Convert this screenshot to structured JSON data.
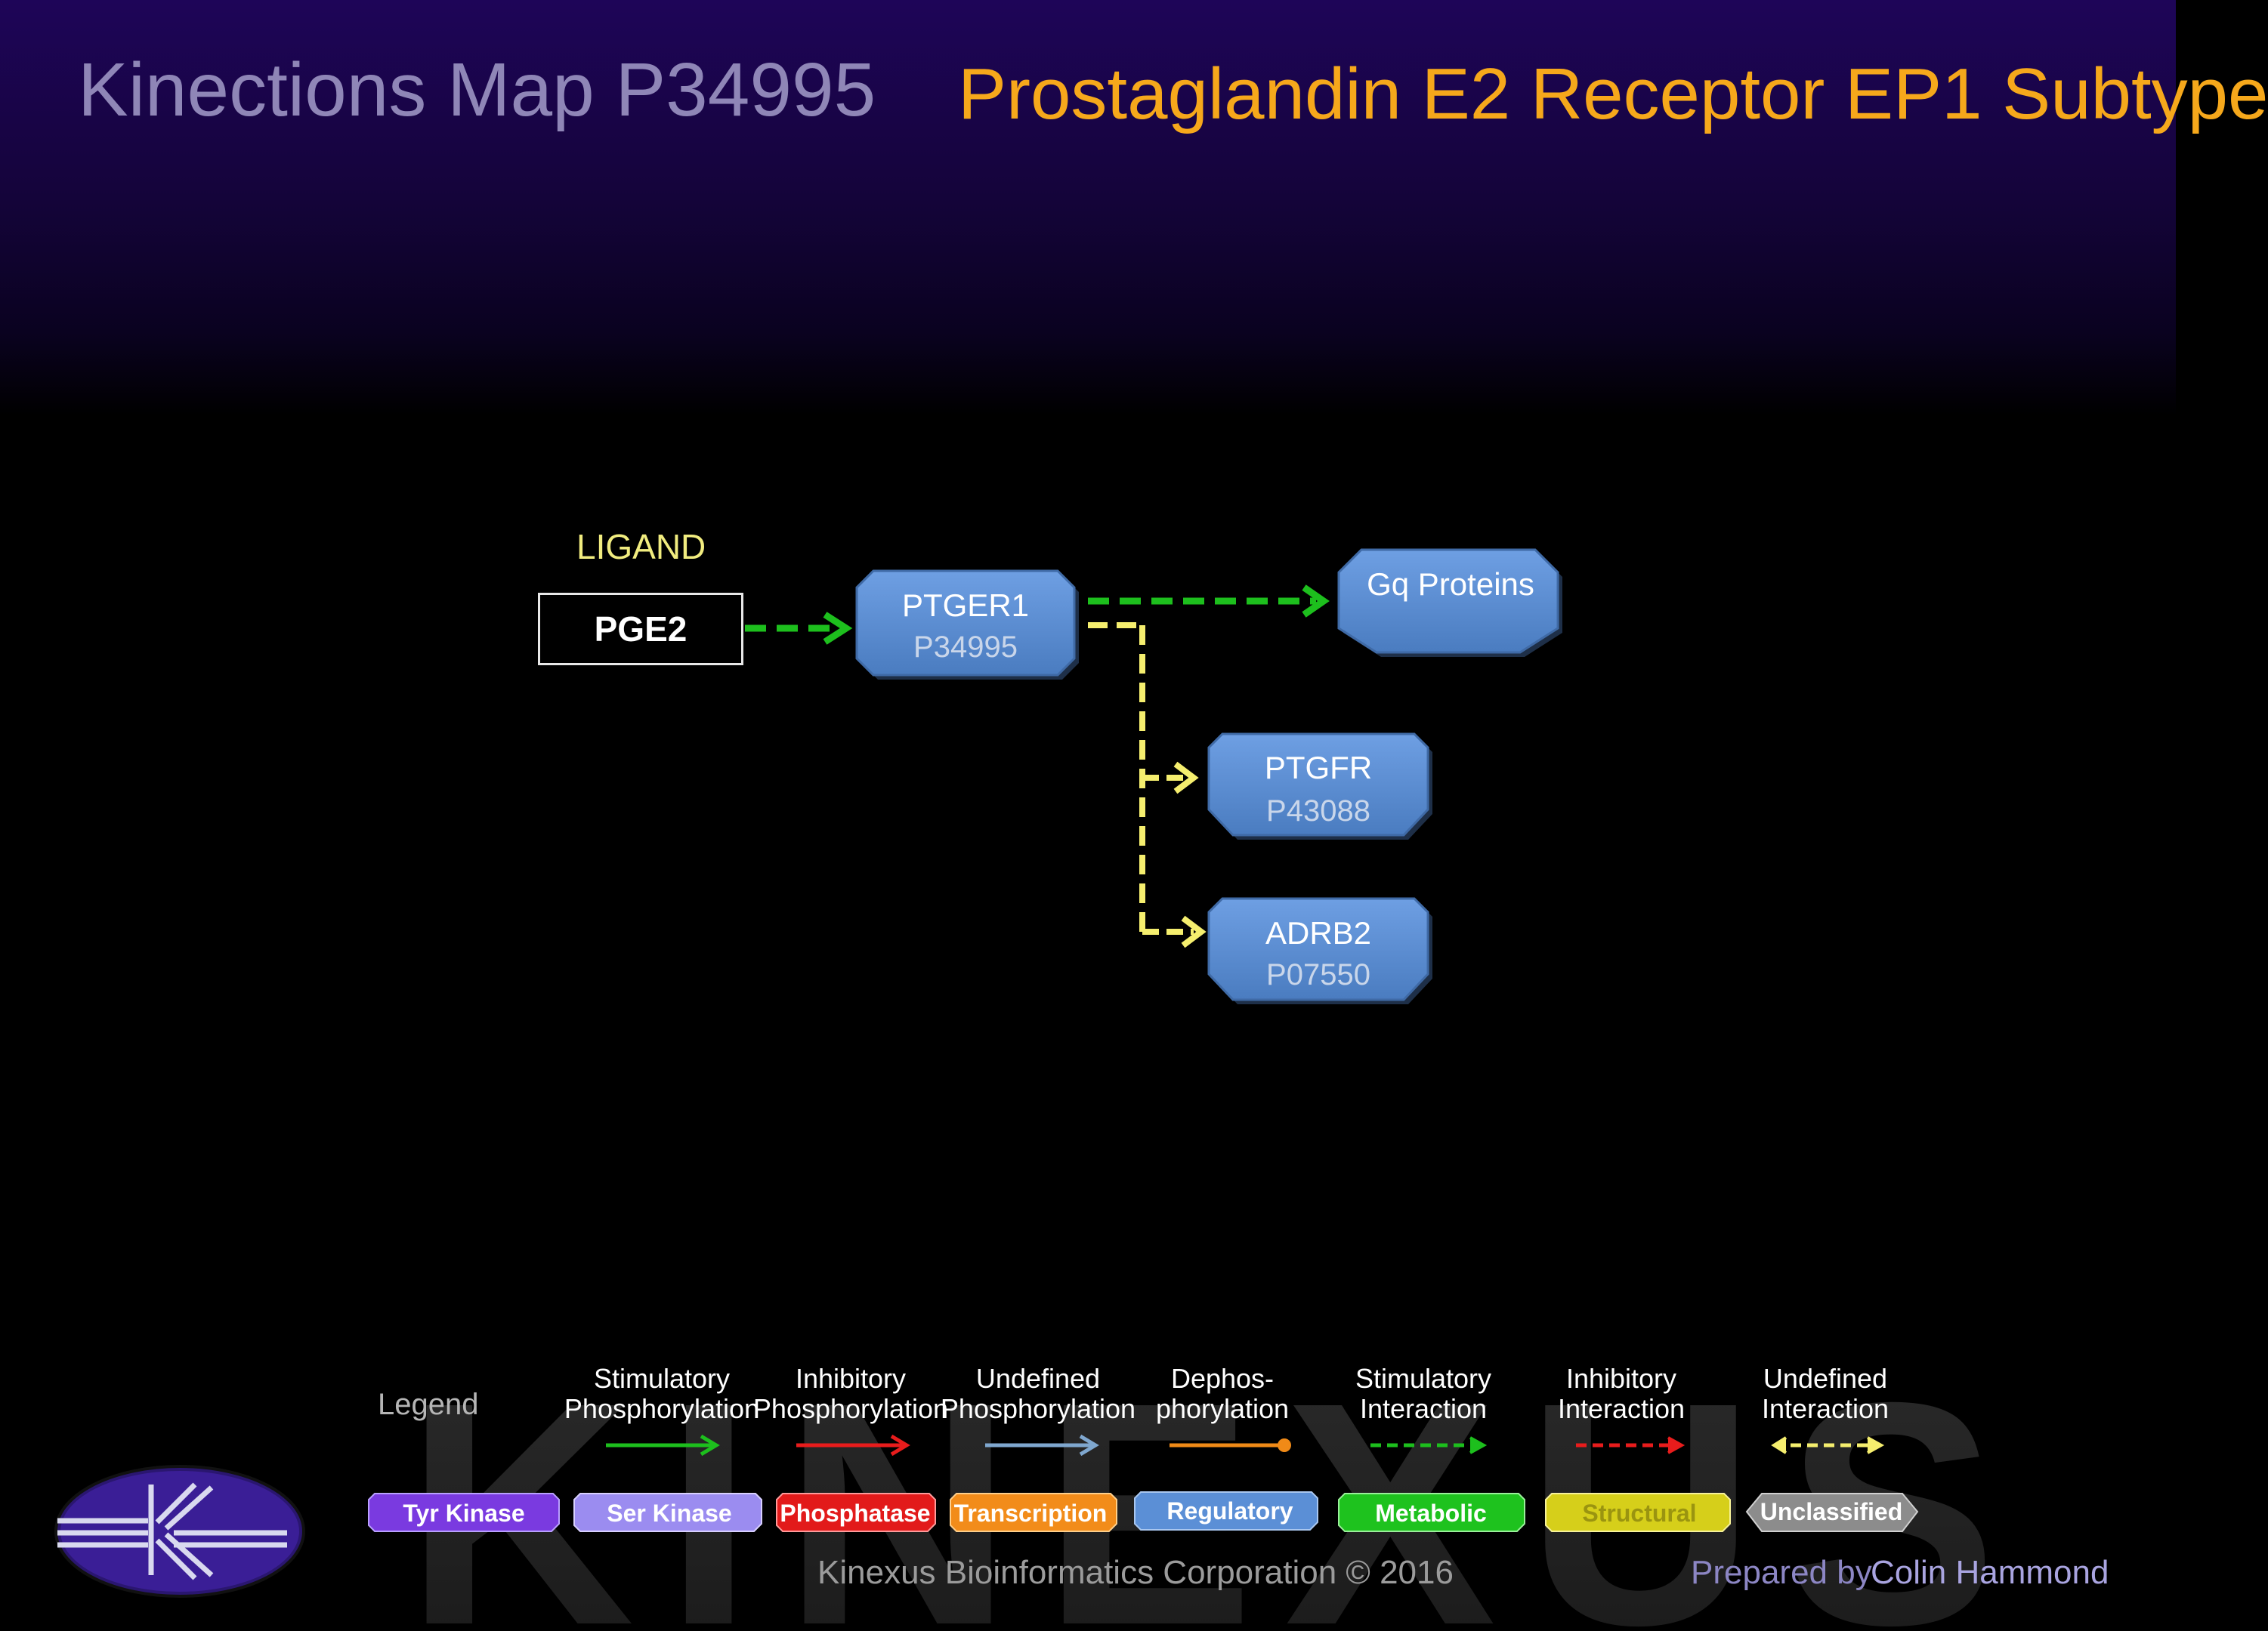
{
  "header": {
    "title": "Kinections Map P34995",
    "subtitle": "Prostaglandin E2 Receptor EP1 Subtype"
  },
  "diagram": {
    "ligand_label": "LIGAND",
    "ligand": "PGE2",
    "nodes": [
      {
        "id": "ptger1",
        "name": "PTGER1",
        "accession": "P34995",
        "category": "Regulatory"
      },
      {
        "id": "gq",
        "name": "Gq Proteins",
        "accession": "",
        "category": "Regulatory"
      },
      {
        "id": "ptgfr",
        "name": "PTGFR",
        "accession": "P43088",
        "category": "Regulatory"
      },
      {
        "id": "adrb2",
        "name": "ADRB2",
        "accession": "P07550",
        "category": "Regulatory"
      }
    ],
    "edges": [
      {
        "from": "PGE2",
        "to": "PTGER1",
        "type": "Stimulatory Interaction"
      },
      {
        "from": "PTGER1",
        "to": "Gq Proteins",
        "type": "Stimulatory Interaction"
      },
      {
        "from": "PTGER1",
        "to": "PTGFR",
        "type": "Undefined Interaction"
      },
      {
        "from": "PTGER1",
        "to": "ADRB2",
        "type": "Undefined Interaction"
      }
    ]
  },
  "legend": {
    "title": "Legend",
    "arrows": [
      {
        "label": "Stimulatory\nPhosphorylation",
        "color": "#1dbf1d",
        "style": "solid"
      },
      {
        "label": "Inhibitory\nPhosphorylation",
        "color": "#e81c1c",
        "style": "solid"
      },
      {
        "label": "Undefined\nPhosphorylation",
        "color": "#7fa7cf",
        "style": "solid"
      },
      {
        "label": "Dephos-\nphorylation",
        "color": "#f08a17",
        "style": "dot"
      },
      {
        "label": "Stimulatory\nInteraction",
        "color": "#1dbf1d",
        "style": "dashed"
      },
      {
        "label": "Inhibitory\nInteraction",
        "color": "#e81c1c",
        "style": "dashed"
      },
      {
        "label": "Undefined\nInteraction",
        "color": "#f5ee6e",
        "style": "dashed-both"
      }
    ],
    "categories": [
      {
        "label": "Tyr Kinase",
        "color": "#7a3ae0"
      },
      {
        "label": "Ser Kinase",
        "color": "#9b8cf0"
      },
      {
        "label": "Phosphatase",
        "color": "#e21a1a"
      },
      {
        "label": "Transcription",
        "color": "#f28c1a"
      },
      {
        "label": "Regulatory",
        "color": "#5b8fd6"
      },
      {
        "label": "Metabolic",
        "color": "#1ec21e"
      },
      {
        "label": "Structural",
        "color": "#d6cf1a"
      },
      {
        "label": "Unclassified",
        "color": "#8c8c8c"
      }
    ]
  },
  "footer": {
    "credit": "Kinexus Bioinformatics Corporation © 2016",
    "prepared_by": "Prepared by",
    "author": "Colin Hammond",
    "watermark": "KINEXUS"
  },
  "colors": {
    "node_fill": "#5b8fd6",
    "stimulatory": "#1dbf1d",
    "undefined": "#f5ee6e",
    "title": "#8f86b7",
    "subtitle": "#f6a81b"
  }
}
